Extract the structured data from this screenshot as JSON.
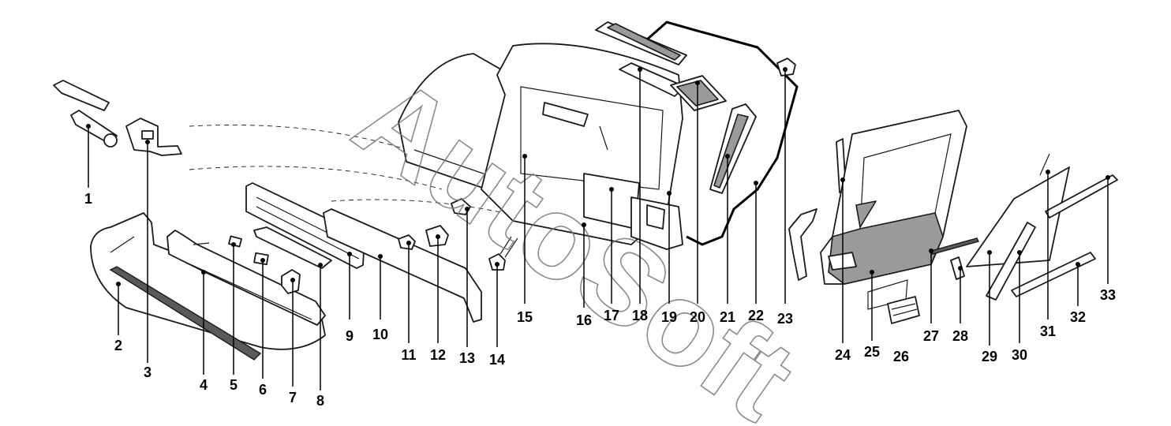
{
  "watermark": "AutoSoft",
  "callouts": [
    "1",
    "2",
    "3",
    "4",
    "5",
    "6",
    "7",
    "8",
    "9",
    "10",
    "11",
    "12",
    "13",
    "14",
    "15",
    "16",
    "17",
    "18",
    "19",
    "20",
    "21",
    "22",
    "23",
    "24",
    "25",
    "26",
    "27",
    "28",
    "29",
    "30",
    "31",
    "32",
    "33"
  ],
  "colors": {
    "line": "#1a1a1a",
    "fill": "#ffffff",
    "shade": "#9a9a9a",
    "watermark": "#777777"
  }
}
